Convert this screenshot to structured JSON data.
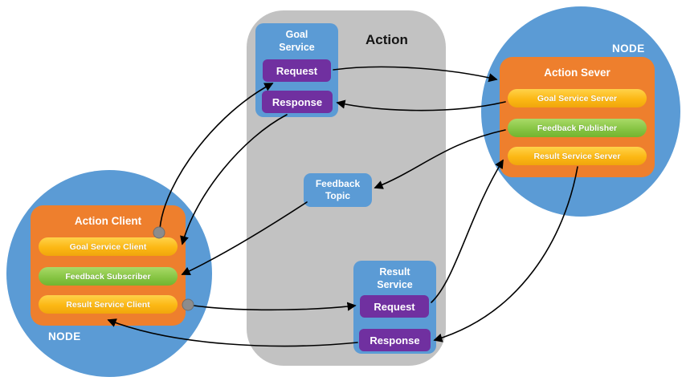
{
  "action_panel": {
    "title": "Action"
  },
  "goal_service": {
    "title": "Goal Service",
    "request_label": "Request",
    "response_label": "Response"
  },
  "feedback_topic": {
    "title": "Feedback Topic"
  },
  "result_service": {
    "title": "Result Service",
    "request_label": "Request",
    "response_label": "Response"
  },
  "client_node": {
    "node_label": "NODE",
    "box_title": "Action Client",
    "pills": [
      {
        "label": "Goal Service Client",
        "type": "service"
      },
      {
        "label": "Feedback Subscriber",
        "type": "topic"
      },
      {
        "label": "Result Service Client",
        "type": "service"
      }
    ]
  },
  "server_node": {
    "node_label": "NODE",
    "box_title": "Action Sever",
    "pills": [
      {
        "label": "Goal Service Server",
        "type": "service"
      },
      {
        "label": "Feedback Publisher",
        "type": "topic"
      },
      {
        "label": "Result Service Server",
        "type": "service"
      }
    ]
  },
  "colors": {
    "node_circle_blue": "#5B9BD5",
    "action_panel_gray": "#C2C2C2",
    "actor_box_orange": "#EE7F2D",
    "service_pill_yellow": "#FCB814",
    "feedback_pill_green": "#84C341",
    "service_box_blue": "#5B9BD5",
    "request_response_purple": "#7030A0",
    "arrow_black": "#000000",
    "connector_dot_gray": "#8C8C8C"
  }
}
